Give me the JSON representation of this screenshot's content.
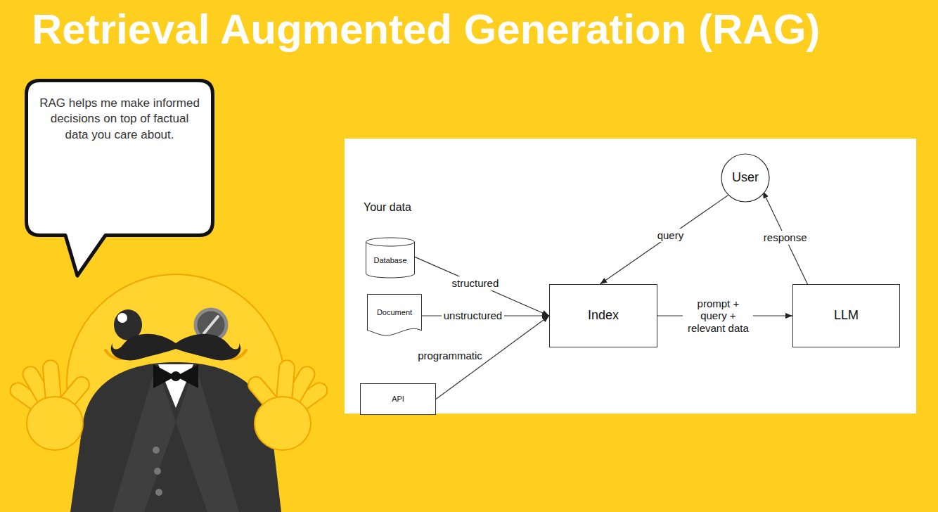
{
  "diagram": {
    "title": "Retrieval Augmented Generation (RAG)",
    "nodes": [
      {
        "text": [
          "RAG helps me make informed decisions on top of factual data you care about."
        ]
      },
      {
        "text": [
          "User"
        ]
      },
      {
        "text": [
          "Database"
        ]
      },
      {
        "text": [
          "Document"
        ]
      },
      {
        "text": [
          "Index"
        ]
      },
      {
        "text": [
          "LLM"
        ]
      },
      {
        "text": [
          "API"
        ]
      }
    ],
    "edges": [
      {
        "from": 2,
        "to": 4,
        "label": "structured",
        "arrow": "to"
      },
      {
        "from": 3,
        "to": 4,
        "label": "unstructured",
        "arrow": "to"
      },
      {
        "from": 6,
        "to": 4,
        "label": "programmatic",
        "arrow": "to"
      },
      {
        "from": 1,
        "to": 4,
        "label": "query",
        "arrow": "to"
      },
      {
        "from": 4,
        "to": 5,
        "label": "prompt + query + relevant data",
        "arrow": "to"
      },
      {
        "from": 5,
        "to": 1,
        "label": "response",
        "arrow": "to"
      }
    ],
    "labels": [
      "Your data"
    ]
  }
}
